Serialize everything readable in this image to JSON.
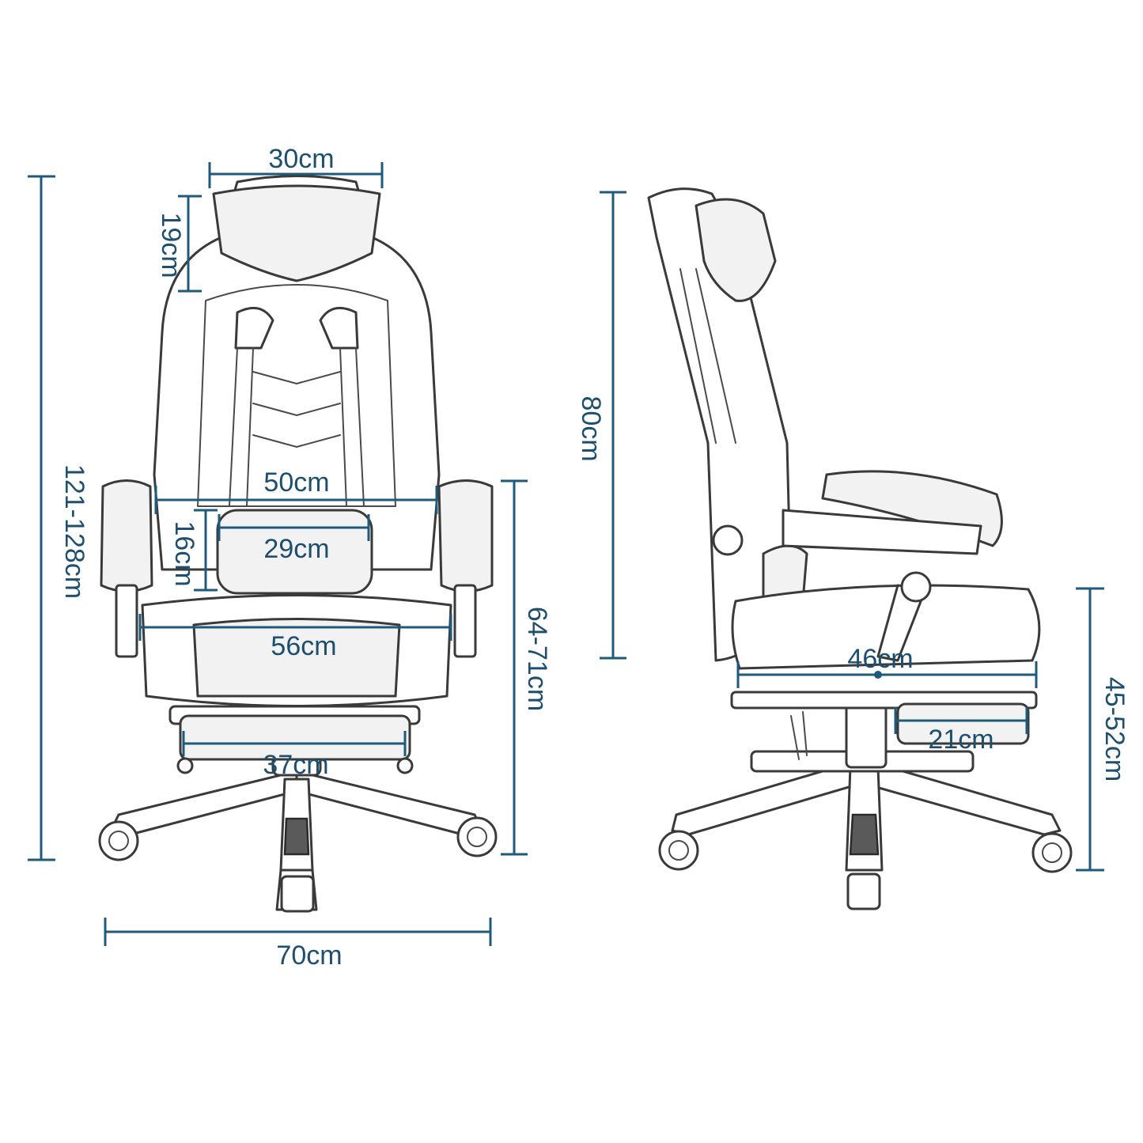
{
  "colors": {
    "dimension": "#1e5a7a",
    "label": "#1e4f6e",
    "outline": "#3a3a3a",
    "background": "#ffffff"
  },
  "front_view": {
    "headrest_width": "30cm",
    "headrest_height": "19cm",
    "overall_height": "121-128cm",
    "armrest_span": "50cm",
    "lumbar_height": "16cm",
    "lumbar_width": "29cm",
    "seat_width": "56cm",
    "footrest_width": "37cm",
    "armrest_height": "64-71cm",
    "base_width": "70cm"
  },
  "side_view": {
    "backrest_height": "80cm",
    "seat_depth": "46cm",
    "footrest_depth": "21cm",
    "seat_height": "45-52cm"
  }
}
